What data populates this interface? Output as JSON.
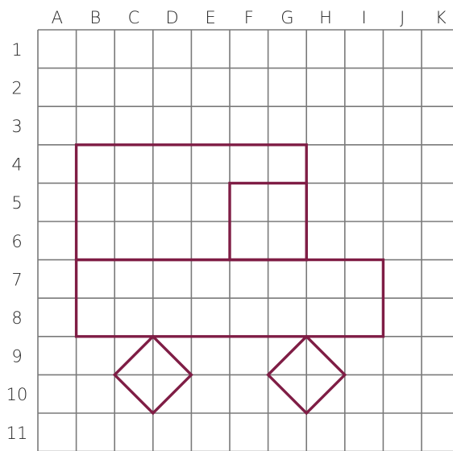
{
  "grid": {
    "columns": [
      "A",
      "B",
      "C",
      "D",
      "E",
      "F",
      "G",
      "H",
      "I",
      "J",
      "K"
    ],
    "rows": [
      "1",
      "2",
      "3",
      "4",
      "5",
      "6",
      "7",
      "8",
      "9",
      "10",
      "11"
    ],
    "line_color": "#7a7a7a",
    "label_color": "#262626"
  },
  "drawing": {
    "stroke_color": "#7f1d45",
    "shapes": [
      {
        "name": "cab-body",
        "points": [
          [
            1,
            3
          ],
          [
            7,
            3
          ],
          [
            7,
            6
          ],
          [
            1,
            6
          ]
        ]
      },
      {
        "name": "window",
        "points": [
          [
            5,
            4
          ],
          [
            7,
            4
          ],
          [
            7,
            6
          ],
          [
            5,
            6
          ]
        ]
      },
      {
        "name": "lower-body",
        "points": [
          [
            1,
            6
          ],
          [
            9,
            6
          ],
          [
            9,
            8
          ],
          [
            1,
            8
          ]
        ]
      },
      {
        "name": "left-wheel",
        "points": [
          [
            3,
            8
          ],
          [
            4,
            9
          ],
          [
            3,
            10
          ],
          [
            2,
            9
          ]
        ]
      },
      {
        "name": "right-wheel",
        "points": [
          [
            7,
            8
          ],
          [
            8,
            9
          ],
          [
            7,
            10
          ],
          [
            6,
            9
          ]
        ]
      }
    ]
  }
}
